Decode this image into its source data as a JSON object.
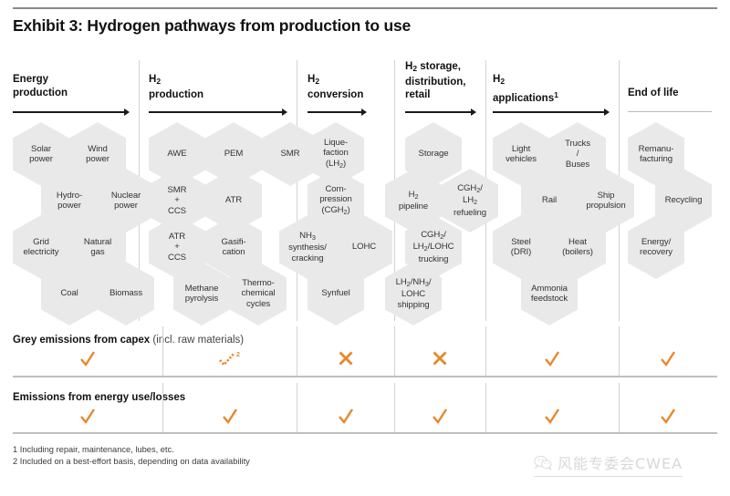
{
  "title": "Exhibit 3: Hydrogen pathways from production to use",
  "accent_color": "#E8872B",
  "hex_fill": "#E9E9E9",
  "columns": [
    {
      "id": "energy-production",
      "lines": [
        "Energy",
        "production"
      ],
      "arrow": true
    },
    {
      "id": "h2-production",
      "lines": [
        "H|2| ",
        "production"
      ],
      "arrow": true
    },
    {
      "id": "h2-conversion",
      "lines": [
        "H|2| ",
        "conversion"
      ],
      "arrow": true
    },
    {
      "id": "h2-storage",
      "lines": [
        "H|2| storage,",
        "distribution,",
        "retail"
      ],
      "arrow": true
    },
    {
      "id": "h2-applications",
      "lines": [
        "H|2| ",
        "applications|^1|"
      ],
      "arrow": true
    },
    {
      "id": "end-of-life",
      "lines": [
        "End of life"
      ],
      "arrow": false
    }
  ],
  "hexagons": {
    "energy-production": [
      "Solar power",
      "Wind power",
      "Hydro- power",
      "Nuclear power",
      "Grid electricity",
      "Natural gas",
      "Coal",
      "Biomass"
    ],
    "h2-production": [
      "AWE",
      "PEM",
      "SMR",
      "SMR + CCS",
      "ATR",
      "ATR + CCS",
      "Gasifi- cation",
      "Methane pyrolysis",
      "Thermo- chemical cycles"
    ],
    "h2-conversion": [
      "Lique- faction (LH2)",
      "Com- pression (CGH2)",
      "NH3 synthesis/ cracking",
      "LOHC",
      "Synfuel"
    ],
    "h2-storage": [
      "Storage",
      "H2 pipeline",
      "CGH2/ LH2 refueling",
      "CGH2/ LH2/LOHC trucking",
      "LH2/NH3/ LOHC shipping"
    ],
    "h2-applications": [
      "Light vehicles",
      "Trucks / Buses",
      "Rail",
      "Ship propulsion",
      "Steel (DRI)",
      "Heat (boilers)",
      "Ammonia feedstock"
    ],
    "end-of-life": [
      "Remanu- facturing",
      "Recycling",
      "Energy/ recovery"
    ]
  },
  "eval_rows": [
    {
      "id": "grey-emissions-capex",
      "label_bold": "Grey emissions from capex",
      "label_rest": " (incl. raw materials)",
      "marks": [
        "check",
        "check-dashed",
        "cross",
        "cross",
        "check",
        "check"
      ],
      "mark_footnote_index": 1,
      "mark_footnote": "2"
    },
    {
      "id": "emissions-energy-use",
      "label_bold": "Emissions from energy use/losses",
      "label_rest": "",
      "marks": [
        "check",
        "check",
        "check",
        "check",
        "check",
        "check"
      ]
    }
  ],
  "footnotes": [
    "1 Including repair, maintenance, lubes, etc.",
    "2 Included on a best-effort basis, depending on data availability"
  ],
  "watermark": {
    "text": "风能专委会CWEA"
  }
}
